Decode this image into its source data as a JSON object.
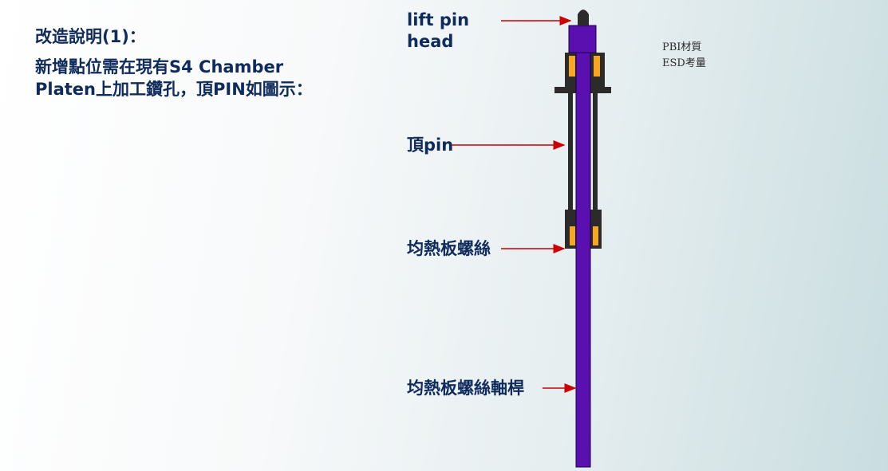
{
  "slide": {
    "title": "改造說明(1)：",
    "description_line1": "新增點位需在現有S4 Chamber",
    "description_line2": "Platen上加工鑽孔，頂PIN如圖示："
  },
  "labels": {
    "lift_pin_head_line1": "lift pin",
    "lift_pin_head_line2": "head",
    "top_pin": "頂pin",
    "plate_screw": "均熱板螺絲",
    "screw_shaft": "均熱板螺絲軸桿"
  },
  "note": {
    "line1": "PBI材質",
    "line2": "ESD考量"
  },
  "colors": {
    "pin": "#5a0fb0",
    "pin_outline": "#1a0040",
    "housing": "#2b2b2b",
    "insert": "#f5a623",
    "arrow": "#cc0000",
    "text": "#0f2b5b"
  }
}
